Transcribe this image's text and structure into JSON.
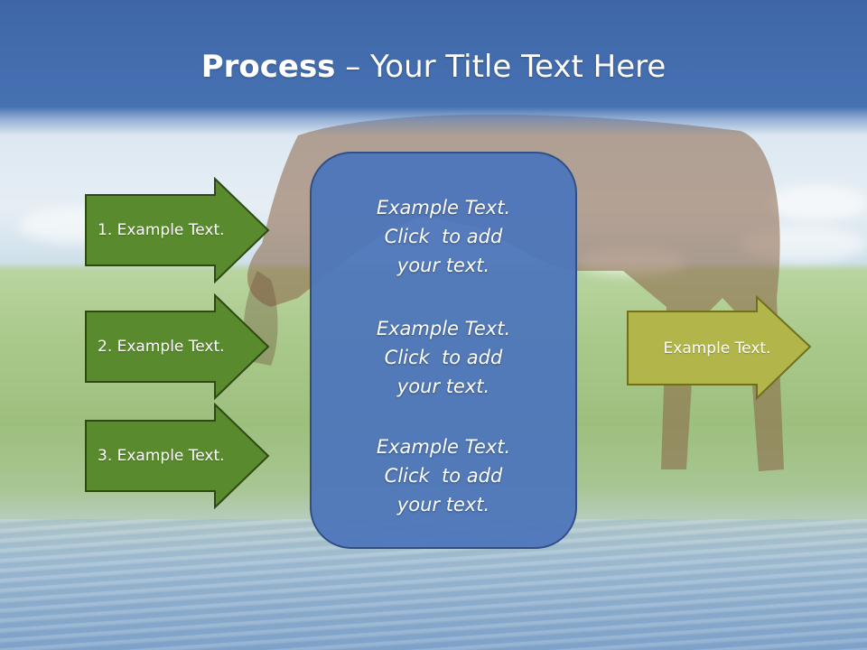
{
  "slide": {
    "title": {
      "bold": "Process",
      "rest": " – Your Title Text Here"
    },
    "input_arrows": [
      {
        "label": "1. Example Text."
      },
      {
        "label": "2. Example Text."
      },
      {
        "label": "3. Example Text."
      }
    ],
    "center_box": {
      "blocks": [
        {
          "line1": "Example Text.",
          "line2": "Click  to add",
          "line3": "your text."
        },
        {
          "line1": "Example Text.",
          "line2": "Click  to add",
          "line3": "your text."
        },
        {
          "line1": "Example Text.",
          "line2": "Click  to add",
          "line3": "your text."
        }
      ]
    },
    "output_arrow": {
      "label": "Example Text."
    }
  },
  "colors": {
    "title_bar": "#4671b2",
    "input_arrow_fill": "#5a8a2e",
    "input_arrow_border": "#2c4a12",
    "output_arrow_fill": "#b2b64a",
    "output_arrow_border": "#6e7020",
    "center_box_fill": "#4e76ba",
    "center_box_border": "#2f4f86"
  }
}
